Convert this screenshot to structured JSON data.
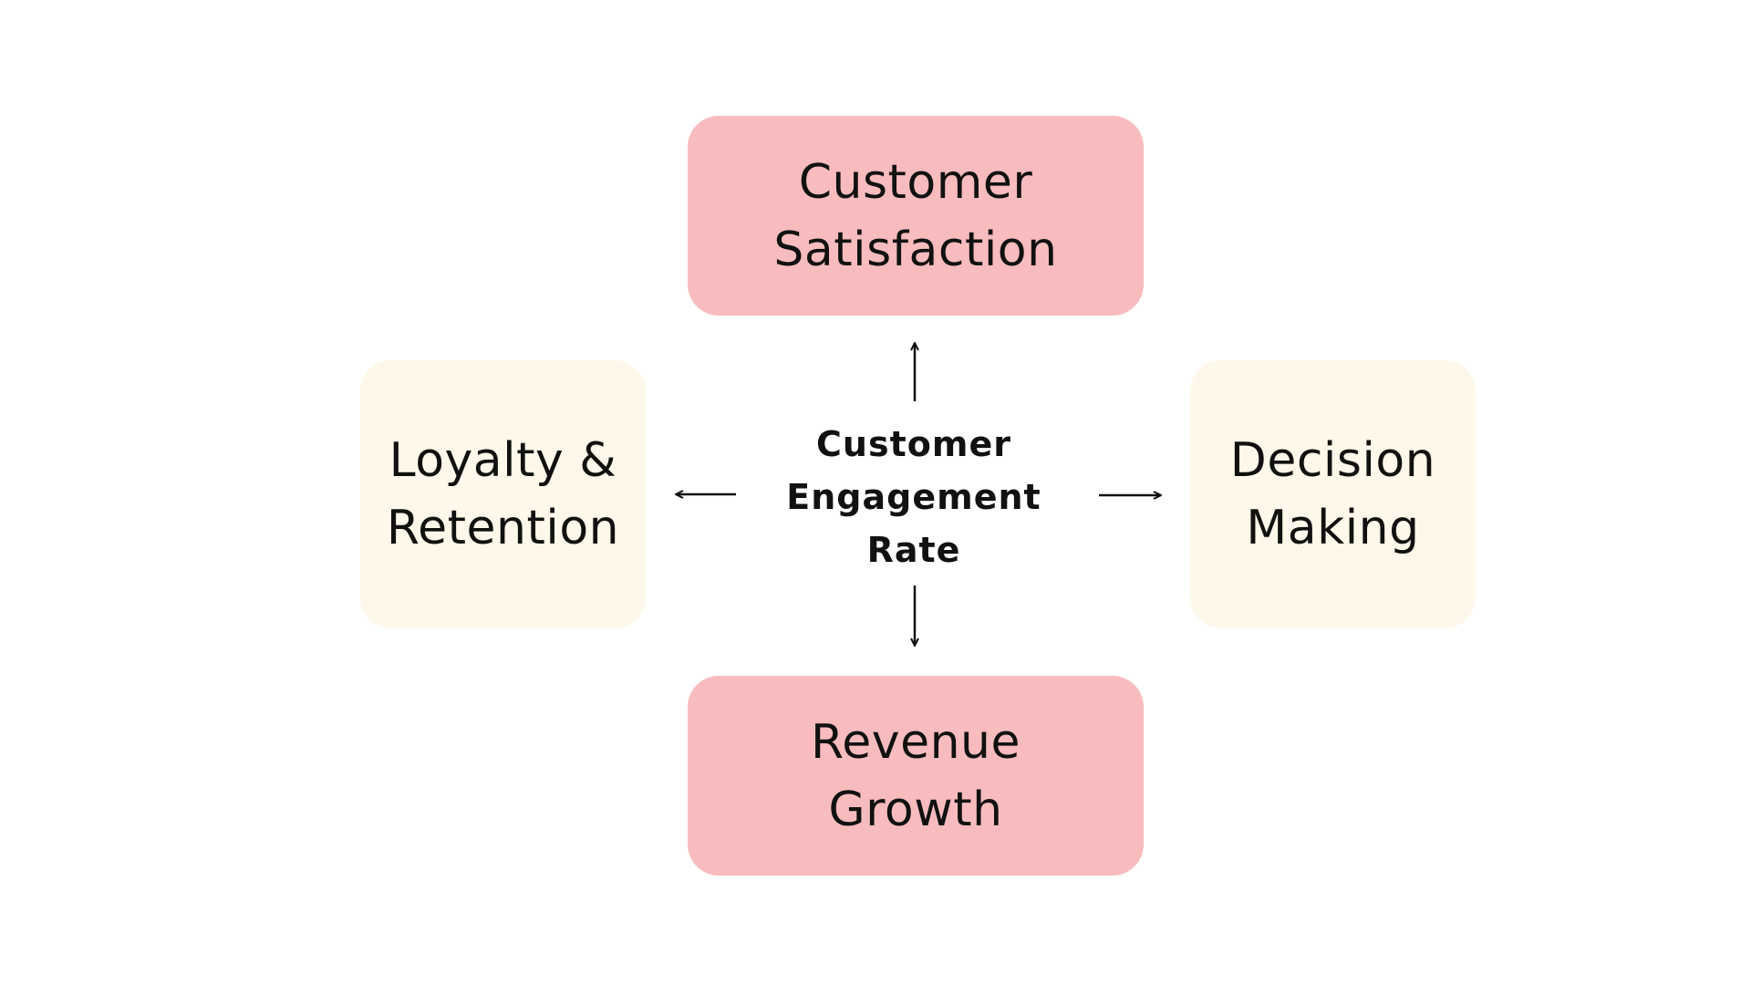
{
  "diagram": {
    "center": {
      "label": "Customer\nEngagement\nRate"
    },
    "nodes": {
      "top": {
        "label": "Customer\nSatisfaction"
      },
      "bottom": {
        "label": "Revenue\nGrowth"
      },
      "left": {
        "label": "Loyalty &\nRetention"
      },
      "right": {
        "label": "Decision\nMaking"
      }
    },
    "colors": {
      "primary_box": "#f8bcbe",
      "secondary_box": "#fdf8ea",
      "arrow": "#111111",
      "background": "#ffffff"
    }
  }
}
